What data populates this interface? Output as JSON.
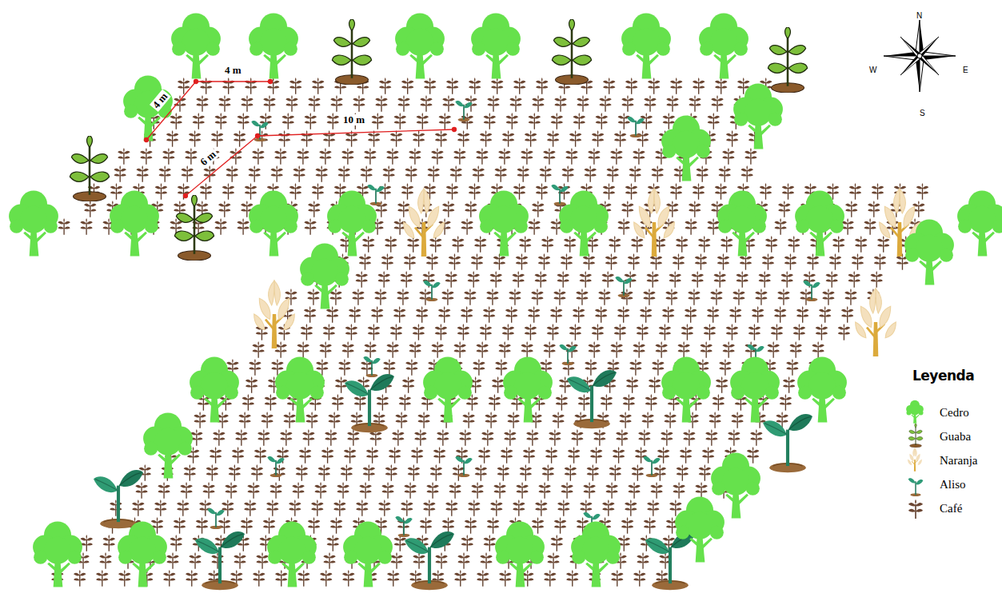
{
  "diagram": {
    "labels": [
      "4 m",
      "4 m",
      "10 m",
      "6 m",
      "N",
      "W",
      "E",
      "S",
      "Leyenda"
    ],
    "legend": [
      {
        "text": "Cedro"
      },
      {
        "text": "Guaba"
      },
      {
        "text": "Naranja"
      },
      {
        "text": "Aliso"
      },
      {
        "text": "Café"
      }
    ]
  }
}
